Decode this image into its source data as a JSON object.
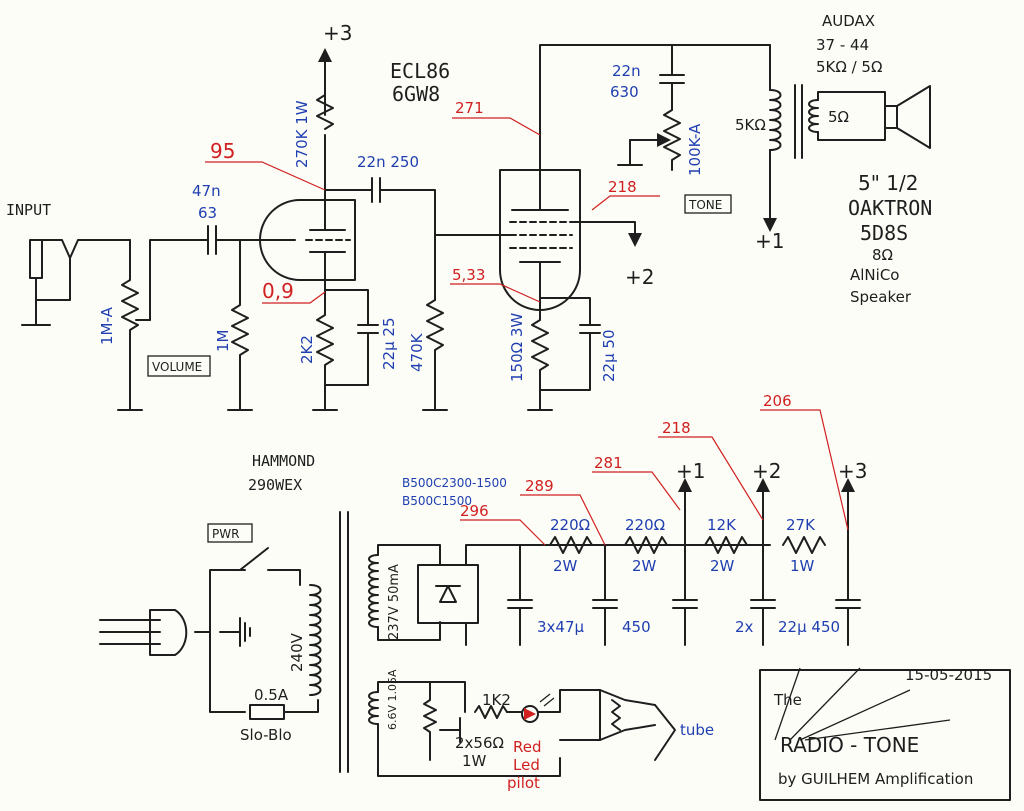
{
  "tube": {
    "type": "ECL86",
    "alt": "6GW8"
  },
  "input": {
    "label": "INPUT"
  },
  "coupling_cap": {
    "value": "47n",
    "voltage": "63"
  },
  "volume_pot": {
    "value": "1M-A",
    "label": "VOLUME"
  },
  "grid_resistor": {
    "value": "1M"
  },
  "triode_anode_res": {
    "value": "270K 1W"
  },
  "triode_cathode_res": {
    "value": "2K2"
  },
  "triode_cathode_cap": {
    "value": "22µ 25"
  },
  "interstage_cap": {
    "value": "22n 250"
  },
  "pentode_grid_res": {
    "value": "470K"
  },
  "pentode_cathode_res": {
    "value": "150Ω 3W"
  },
  "pentode_cathode_cap": {
    "value": "22µ 50"
  },
  "tone_cap": {
    "value": "22n",
    "voltage": "630"
  },
  "tone_pot": {
    "value": "100K-A",
    "label": "TONE"
  },
  "output_transformer": {
    "name": "AUDAX",
    "model": "37 - 44",
    "ratio": "5KΩ / 5Ω",
    "primary": "5KΩ",
    "secondary": "5Ω"
  },
  "speaker": {
    "size": "5\" 1/2",
    "brand": "OAKTRON",
    "model": "5D8S",
    "impedance": "8Ω",
    "magnet": "AlNiCo",
    "word": "Speaker"
  },
  "voltages": {
    "v95": "95",
    "v09": "0,9",
    "v271": "271",
    "v218": "218",
    "v533": "5,33",
    "v296": "296",
    "v289": "289",
    "v281": "281",
    "v218b": "218",
    "v206": "206"
  },
  "rails": {
    "r1": "+1",
    "r2": "+2",
    "r3": "+3"
  },
  "power_transformer": {
    "brand": "HAMMOND",
    "model": "290WEX",
    "primary": "240V",
    "hv": "237V 50mA",
    "fil": "6.6V 1.05A"
  },
  "switch": {
    "label": "PWR"
  },
  "fuse": {
    "value": "0.5A",
    "type": "Slo-Blo"
  },
  "rectifier": {
    "line1": "B500C2300-1500",
    "line2": "B500C1500"
  },
  "filter": {
    "r1": "220Ω",
    "r1w": "2W",
    "r2": "220Ω",
    "r2w": "2W",
    "r3": "12K",
    "r3w": "2W",
    "r4": "27K",
    "r4w": "1W",
    "caps1": "3x47µ",
    "caps1v": "450",
    "caps2": "2x",
    "caps2v": "22µ 450"
  },
  "pilot": {
    "res": "1K2",
    "hum": "2x56Ω",
    "hum_w": "1W",
    "led1": "Red",
    "led2": "Led",
    "led3": "pilot",
    "tube": "tube"
  },
  "title_block": {
    "date": "15-05-2015",
    "the": "The",
    "name": "RADIO - TONE",
    "by": "by GUILHEM Amplification"
  }
}
